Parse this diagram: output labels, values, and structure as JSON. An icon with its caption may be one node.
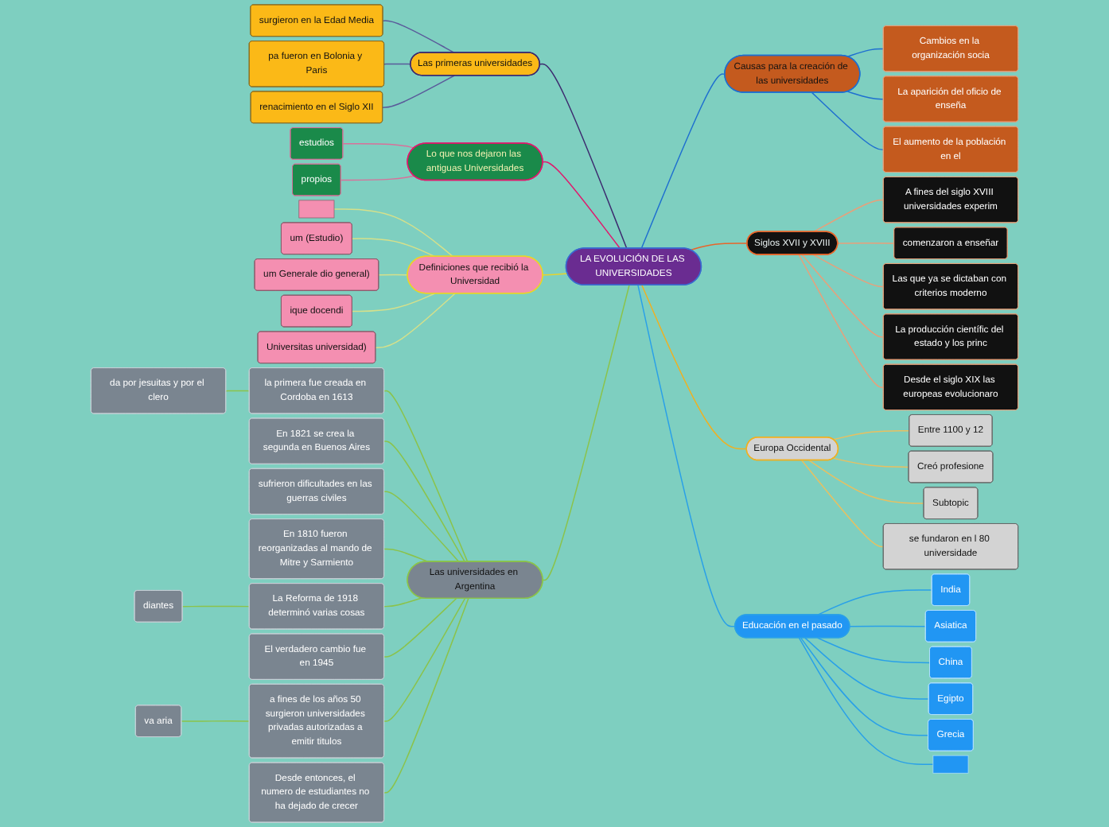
{
  "diagram": {
    "nodes": [
      {
        "text": [
          "LA EVOLUCIÓN DE LAS UNIVERSIDADES"
        ]
      },
      {
        "text": [
          "Las primeras universidades"
        ]
      },
      {
        "text": [
          "surgieron en la Edad Media"
        ]
      },
      {
        "text": [
          "pa fueron en Bolonia y Paris"
        ]
      },
      {
        "text": [
          "renacimiento en el Siglo XII"
        ]
      },
      {
        "text": [
          "Lo que nos dejaron las antiguas Universidades"
        ]
      },
      {
        "text": [
          "estudios"
        ]
      },
      {
        "text": [
          "propios"
        ]
      },
      {
        "text": [
          "Definiciones que recibió la Universidad"
        ]
      },
      {
        "text": [],
        "shape": "box"
      },
      {
        "text": [
          "um (Estudio)"
        ]
      },
      {
        "text": [
          "um Generale dio general)"
        ]
      },
      {
        "text": [
          "ique docendi"
        ]
      },
      {
        "text": [
          "Universitas universidad)"
        ]
      },
      {
        "text": [
          "Las universidades en Argentina"
        ]
      },
      {
        "text": [
          "la primera fue creada en Cordoba en 1613"
        ]
      },
      {
        "text": [
          "da por jesuitas y por el clero"
        ]
      },
      {
        "text": [
          "En 1821 se crea la segunda en Buenos Aires"
        ]
      },
      {
        "text": [
          "sufrieron dificultades en las guerras civiles"
        ]
      },
      {
        "text": [
          "En 1810 fueron reorganizadas al mando de Mitre y Sarmiento"
        ]
      },
      {
        "text": [
          "La Reforma de 1918 determinó varias cosas"
        ]
      },
      {
        "text": [
          "diantes"
        ]
      },
      {
        "text": [
          "El verdadero cambio fue en 1945"
        ]
      },
      {
        "text": [
          "a fines de los años 50 surgieron universidades privadas autorizadas a emitir titulos"
        ]
      },
      {
        "text": [
          "va aria"
        ]
      },
      {
        "text": [
          "Desde entonces, el numero de estudiantes no ha dejado de crecer"
        ]
      },
      {
        "text": [
          "Causas para la creación de las universidades"
        ]
      },
      {
        "text": [
          "Cambios en la organización socia"
        ]
      },
      {
        "text": [
          "La aparición del oficio de enseña"
        ]
      },
      {
        "text": [
          "El aumento de la población en el"
        ]
      },
      {
        "text": [
          "Siglos XVII y XVIII"
        ]
      },
      {
        "text": [
          "A fines del siglo XVIII universidades experim"
        ]
      },
      {
        "text": [
          "comenzaron a enseñar"
        ]
      },
      {
        "text": [
          "Las que ya se dictaban con criterios moderno"
        ]
      },
      {
        "text": [
          "La producción científic del estado y los princ"
        ]
      },
      {
        "text": [
          "Desde el siglo XIX las europeas evolucionaro"
        ]
      },
      {
        "text": [
          "Europa Occidental"
        ]
      },
      {
        "text": [
          "Entre 1100 y 12"
        ]
      },
      {
        "text": [
          "Creó profesione"
        ]
      },
      {
        "text": [
          "Subtopic"
        ]
      },
      {
        "text": [
          "se fundaron en l 80 universidade"
        ]
      },
      {
        "text": [
          "Educación en el pasado"
        ]
      },
      {
        "text": [
          "India"
        ]
      },
      {
        "text": [
          "Asiatica"
        ]
      },
      {
        "text": [
          "China"
        ]
      },
      {
        "text": [
          "Egipto"
        ]
      },
      {
        "text": [
          "Grecia"
        ]
      },
      {
        "text": [],
        "shape": "box"
      }
    ],
    "edges": [
      {
        "from": 1,
        "to": 0,
        "arrow": "none",
        "color": "#3d2a6e"
      },
      {
        "from": 2,
        "to": 1,
        "arrow": "none",
        "color": "#5a5a9a"
      },
      {
        "from": 3,
        "to": 1,
        "arrow": "none",
        "color": "#5a5a9a"
      },
      {
        "from": 4,
        "to": 1,
        "arrow": "none",
        "color": "#5a5a9a"
      },
      {
        "from": 5,
        "to": 0,
        "arrow": "none",
        "color": "#e0186c"
      },
      {
        "from": 6,
        "to": 5,
        "arrow": "none",
        "color": "#d9709a"
      },
      {
        "from": 7,
        "to": 5,
        "arrow": "none",
        "color": "#d9709a"
      },
      {
        "from": 8,
        "to": 0,
        "arrow": "none",
        "color": "#e8d42a"
      },
      {
        "from": 9,
        "to": 8,
        "arrow": "none",
        "color": "#d6e08a"
      },
      {
        "from": 10,
        "to": 8,
        "arrow": "none",
        "color": "#d6e08a"
      },
      {
        "from": 11,
        "to": 8,
        "arrow": "none",
        "color": "#d6e08a"
      },
      {
        "from": 12,
        "to": 8,
        "arrow": "none",
        "color": "#d6e08a"
      },
      {
        "from": 13,
        "to": 8,
        "arrow": "none",
        "color": "#d6e08a"
      },
      {
        "from": 14,
        "to": 0,
        "arrow": "none",
        "color": "#8bc34a"
      },
      {
        "from": 15,
        "to": 14,
        "arrow": "none",
        "color": "#8bc34a"
      },
      {
        "from": 16,
        "to": 15,
        "arrow": "none",
        "color": "#8bc34a"
      },
      {
        "from": 17,
        "to": 14,
        "arrow": "none",
        "color": "#8bc34a"
      },
      {
        "from": 18,
        "to": 14,
        "arrow": "none",
        "color": "#8bc34a"
      },
      {
        "from": 19,
        "to": 14,
        "arrow": "none",
        "color": "#8bc34a"
      },
      {
        "from": 20,
        "to": 14,
        "arrow": "none",
        "color": "#8bc34a"
      },
      {
        "from": 21,
        "to": 20,
        "arrow": "none",
        "color": "#8bc34a"
      },
      {
        "from": 22,
        "to": 14,
        "arrow": "none",
        "color": "#8bc34a"
      },
      {
        "from": 23,
        "to": 14,
        "arrow": "none",
        "color": "#8bc34a"
      },
      {
        "from": 24,
        "to": 23,
        "arrow": "none",
        "color": "#8bc34a"
      },
      {
        "from": 25,
        "to": 14,
        "arrow": "none",
        "color": "#8bc34a"
      },
      {
        "from": 0,
        "to": 26,
        "arrow": "none",
        "color": "#1e6fd0"
      },
      {
        "from": 26,
        "to": 27,
        "arrow": "none",
        "color": "#1e6fd0"
      },
      {
        "from": 26,
        "to": 28,
        "arrow": "none",
        "color": "#1e6fd0"
      },
      {
        "from": 26,
        "to": 29,
        "arrow": "none",
        "color": "#1e6fd0"
      },
      {
        "from": 0,
        "to": 30,
        "arrow": "none",
        "color": "#e8652a"
      },
      {
        "from": 30,
        "to": 31,
        "arrow": "none",
        "color": "#e8a07a"
      },
      {
        "from": 30,
        "to": 32,
        "arrow": "none",
        "color": "#e8a07a"
      },
      {
        "from": 30,
        "to": 33,
        "arrow": "none",
        "color": "#e8a07a"
      },
      {
        "from": 30,
        "to": 34,
        "arrow": "none",
        "color": "#e8a07a"
      },
      {
        "from": 30,
        "to": 35,
        "arrow": "none",
        "color": "#e8a07a"
      },
      {
        "from": 0,
        "to": 36,
        "arrow": "none",
        "color": "#f0b020"
      },
      {
        "from": 36,
        "to": 37,
        "arrow": "none",
        "color": "#e8c060"
      },
      {
        "from": 36,
        "to": 38,
        "arrow": "none",
        "color": "#e8c060"
      },
      {
        "from": 36,
        "to": 39,
        "arrow": "none",
        "color": "#e8c060"
      },
      {
        "from": 36,
        "to": 40,
        "arrow": "none",
        "color": "#e8c060"
      },
      {
        "from": 0,
        "to": 41,
        "arrow": "none",
        "color": "#29a0e8"
      },
      {
        "from": 41,
        "to": 42,
        "arrow": "none",
        "color": "#29a0e8"
      },
      {
        "from": 41,
        "to": 43,
        "arrow": "none",
        "color": "#29a0e8"
      },
      {
        "from": 41,
        "to": 44,
        "arrow": "none",
        "color": "#29a0e8"
      },
      {
        "from": 41,
        "to": 45,
        "arrow": "none",
        "color": "#29a0e8"
      },
      {
        "from": 41,
        "to": 46,
        "arrow": "none",
        "color": "#29a0e8"
      },
      {
        "from": 41,
        "to": 47,
        "arrow": "none",
        "color": "#29a0e8"
      }
    ]
  }
}
